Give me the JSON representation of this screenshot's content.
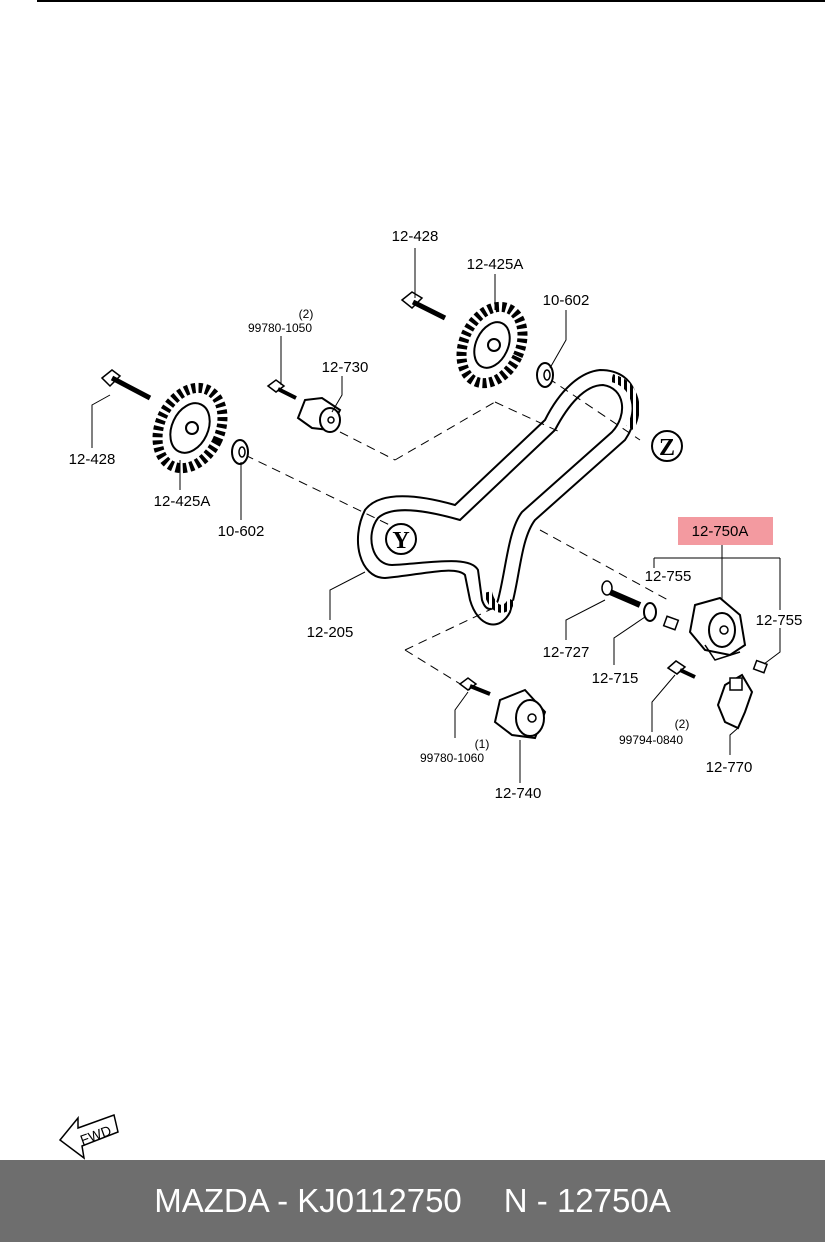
{
  "labels": {
    "bolt_top": "12-428",
    "pulley_top": "12-425A",
    "washer_top": "10-602",
    "bolt_small_qty": "(2)",
    "bolt_small": "99780-1050",
    "idler_upper": "12-730",
    "bolt_left": "12-428",
    "pulley_left": "12-425A",
    "washer_left": "10-602",
    "belt": "12-205",
    "highlighted_part": "12-750A",
    "spring_left": "12-755",
    "spring_right": "12-755",
    "stud": "12-727",
    "washer_stud": "12-715",
    "bolt_bracket_qty": "(2)",
    "bolt_bracket": "99794-0840",
    "bracket": "12-770",
    "bolt_lower_qty": "(1)",
    "bolt_lower": "99780-1060",
    "idler_lower": "12-740",
    "ref_y": "Y",
    "ref_z": "Z"
  },
  "fwd_label": "FWD",
  "footer": {
    "brand_part": "MAZDA - KJ0112750",
    "ref_number": "N - 12750A"
  },
  "colors": {
    "highlight": "#f39aa0",
    "footer_bg": "#6e6e6e",
    "footer_text": "#ffffff"
  }
}
